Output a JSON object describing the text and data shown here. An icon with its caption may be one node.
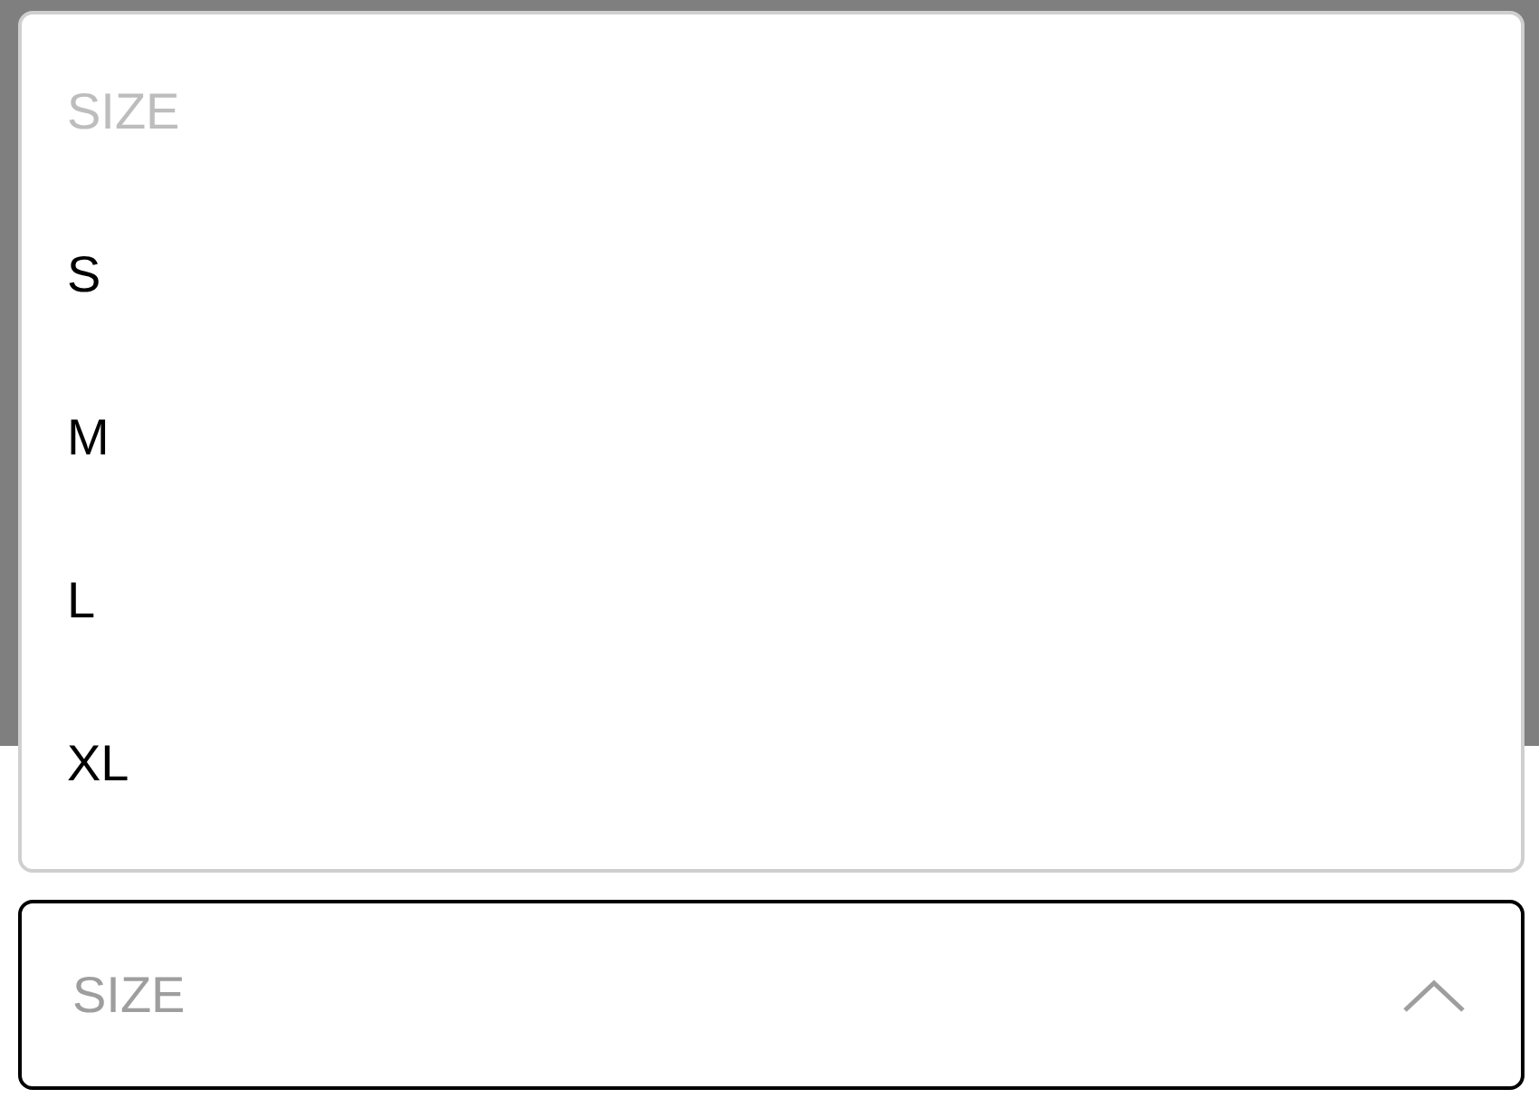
{
  "diagram": {
    "nodes": [
      {
        "text": [],
        "shape": "box"
      },
      {
        "text": [
          "SIZE"
        ],
        "in": 0
      },
      {
        "text": [
          "S"
        ],
        "in": 0
      },
      {
        "text": [
          "M"
        ],
        "in": 0
      },
      {
        "text": [
          "L"
        ],
        "in": 0
      },
      {
        "text": [
          "XL"
        ],
        "in": 0
      },
      {
        "text": [
          "SIZE"
        ]
      }
    ]
  }
}
